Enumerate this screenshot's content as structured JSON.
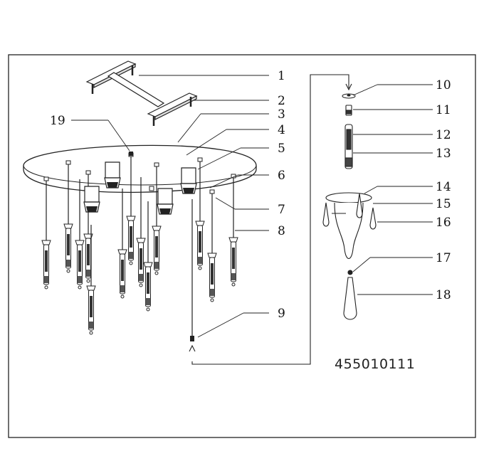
{
  "diagram": {
    "labels": [
      "1",
      "2",
      "3",
      "4",
      "5",
      "6",
      "7",
      "8",
      "9",
      "10",
      "11",
      "12",
      "13",
      "14",
      "15",
      "16",
      "17",
      "18",
      "19"
    ],
    "code": "455010111"
  }
}
